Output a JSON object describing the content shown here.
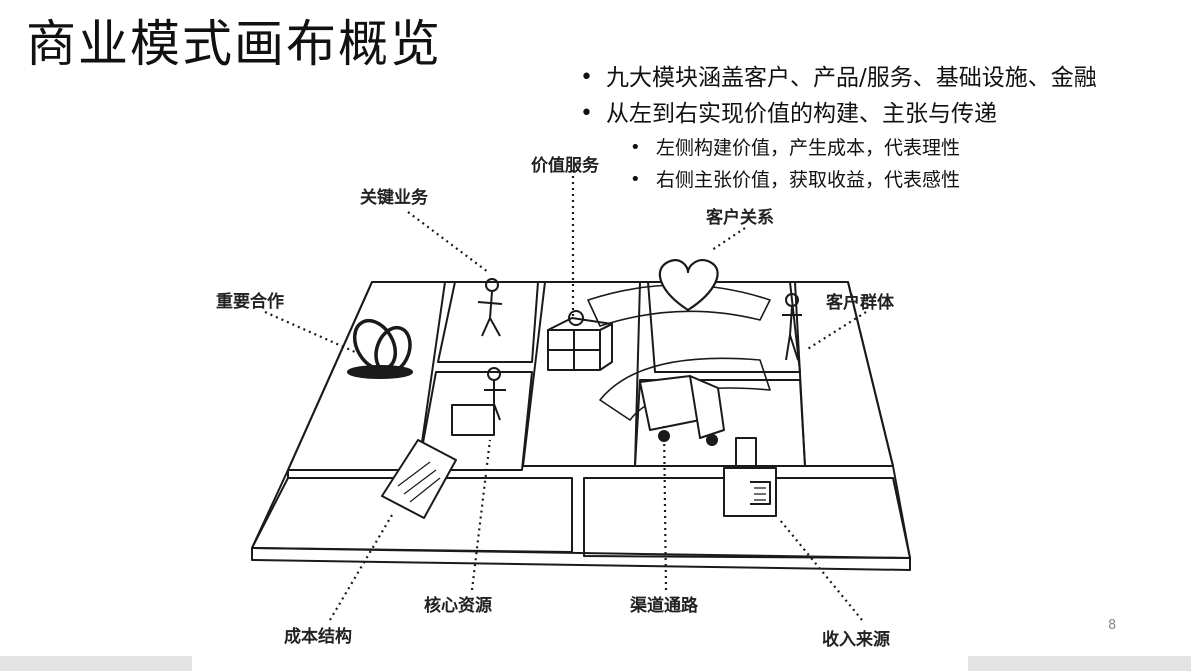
{
  "slide": {
    "title": "商业模式画布概览",
    "bullets": [
      "九大模块涵盖客户、产品/服务、基础设施、金融",
      "从左到右实现价值的构建、主张与传递"
    ],
    "sub_bullets": [
      "左侧构建价值，产生成本，代表理性",
      "右侧主张价值，获取收益，代表感性"
    ],
    "page_number": "8"
  },
  "canvas_labels": {
    "key_activities": "关键业务",
    "value_propositions": "价值服务",
    "customer_relationships": "客户关系",
    "key_partners": "重要合作",
    "customer_segments": "客户群体",
    "cost_structure": "成本结构",
    "key_resources": "核心资源",
    "channels": "渠道通路",
    "revenue_streams": "收入来源"
  }
}
